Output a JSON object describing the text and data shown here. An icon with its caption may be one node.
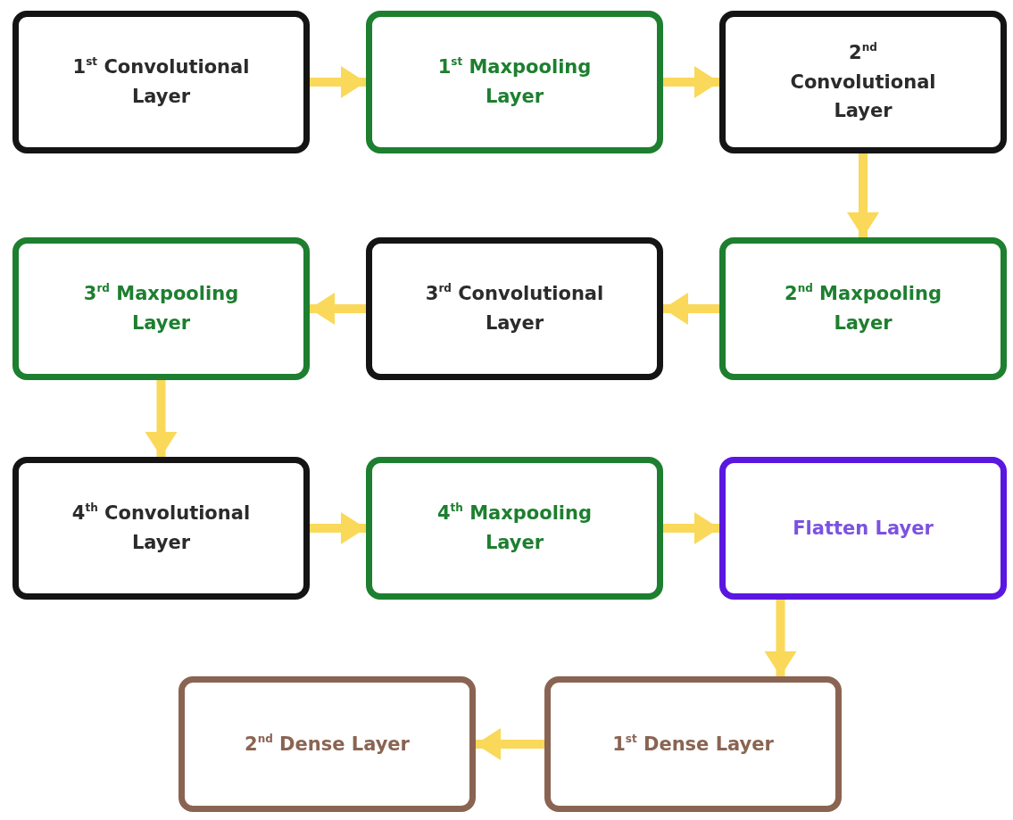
{
  "diagram": {
    "nodes": [
      {
        "text": [
          "1$^{st}$ Convolutional Layer"
        ]
      },
      {
        "text": [
          "1$^{st}$ Maxpooling Layer"
        ]
      },
      {
        "text": [
          "2$^{nd}$ Convolutional Layer"
        ]
      },
      {
        "text": [
          "3$^{rd}$ Maxpooling Layer"
        ]
      },
      {
        "text": [
          "3$^{rd}$ Convolutional Layer"
        ]
      },
      {
        "text": [
          "2$^{nd}$ Maxpooling Layer"
        ]
      },
      {
        "text": [
          "4$^{th}$ Convolutional Layer"
        ]
      },
      {
        "text": [
          "4$^{th}$ Maxpooling Layer"
        ]
      },
      {
        "text": [
          "Flatten Layer"
        ]
      },
      {
        "text": [
          "2$^{nd}$ Dense Layer"
        ]
      },
      {
        "text": [
          "1$^{st}$ Dense Layer"
        ]
      }
    ],
    "edges": [
      {
        "from": 0,
        "to": 1,
        "arrow": "to"
      },
      {
        "from": 1,
        "to": 2,
        "arrow": "to"
      },
      {
        "from": 2,
        "to": 5,
        "arrow": "to"
      },
      {
        "from": 5,
        "to": 4,
        "arrow": "to"
      },
      {
        "from": 4,
        "to": 3,
        "arrow": "to"
      },
      {
        "from": 3,
        "to": 6,
        "arrow": "to"
      },
      {
        "from": 6,
        "to": 7,
        "arrow": "to"
      },
      {
        "from": 7,
        "to": 8,
        "arrow": "to"
      },
      {
        "from": 8,
        "to": 10,
        "arrow": "to"
      },
      {
        "from": 10,
        "to": 9,
        "arrow": "to"
      }
    ]
  }
}
